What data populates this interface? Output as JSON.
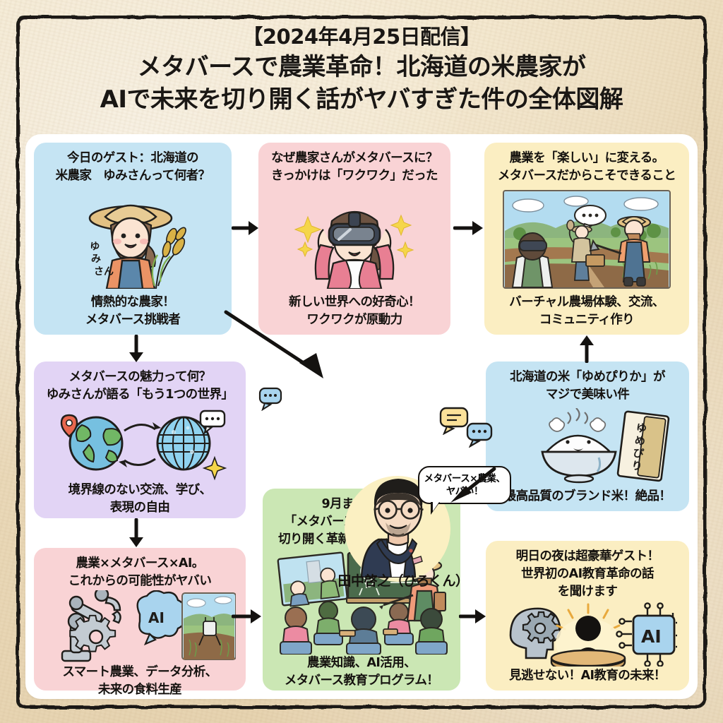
{
  "page": {
    "background_color": "#ead9b9",
    "panel_color": "#ffffff",
    "frame_color": "#1d1a17"
  },
  "title": {
    "date_line": "【2024年4月25日配信】",
    "line1": "メタバースで農業革命！北海道の米農家が",
    "line2": "AIで未来を切り開く話がヤバすぎた件の全体図解"
  },
  "host": {
    "name": "田中啓之（ひろくん）",
    "bubble": "メタバース×農業、\nヤバい！",
    "halo_color": "#fbf0c2",
    "avatar_icon": "host-portrait-icon"
  },
  "cards": [
    {
      "id": "guest-intro",
      "color": "#c5e4f3",
      "head": "今日のゲスト：北海道の\n米農家　ゆみさんって何者？",
      "foot": "情熱的な農家！\nメタバース挑戦者",
      "art_icon": "rice-farmer-icon",
      "art_label": "ゆみさん"
    },
    {
      "id": "why-metaverse",
      "color": "#f9d3d5",
      "head": "なぜ農家さんがメタバースに？\nきっかけは「ワクワク」だった",
      "foot": "新しい世界への好奇心！\nワクワクが原動力",
      "art_icon": "vr-headset-icon",
      "art_label": ""
    },
    {
      "id": "make-farming-fun",
      "color": "#fbeec2",
      "head": "農業を「楽しい」に変える。\nメタバースだからこそできること",
      "foot": "バーチャル農場体験、交流、\nコミュニティ作り",
      "art_icon": "virtual-farm-scene-icon",
      "art_label": ""
    },
    {
      "id": "metaverse-appeal",
      "color": "#e2d4f5",
      "head": "メタバースの魅力って何？\nゆみさんが語る「もう1つの世界」",
      "foot": "境界線のない交流、学び、\n表現の自由",
      "art_icon": "two-globes-icon",
      "art_label": ""
    },
    {
      "id": "yumepirika-rice",
      "color": "#c5e4f3",
      "head": "北海道の米「ゆめぴりか」が\nマジで美味い件",
      "foot": "最高品質のブランド米！絶品！",
      "art_icon": "rice-bowl-icon",
      "art_label": "ゆめぴりか"
    },
    {
      "id": "agri-ai-future",
      "color": "#f9d3d5",
      "head": "農業×メタバース×AI。\nこれからの可能性がヤバい",
      "foot": "スマート農業、データ分析、\n未来の食料生産",
      "art_icon": "robot-arm-ai-icon",
      "art_label": "AI"
    },
    {
      "id": "learning-program",
      "color": "#cbe7b4",
      "head": "9月まで開催！\n「メタバースで農業の未来を\n切り開く革新的学習」って何？",
      "foot": "農業知識、AI活用、\nメタバース教育プログラム！",
      "art_icon": "classroom-icon",
      "art_label": ""
    },
    {
      "id": "tomorrow-guest",
      "color": "#fbeec2",
      "head": "明日の夜は超豪華ゲスト！\n世界初のAI教育革命の話\nを聞けます",
      "foot": "見逃せない！AI教育の未来！",
      "art_icon": "ai-chip-spotlight-icon",
      "art_label": "AI"
    }
  ],
  "arrows": [
    {
      "id": "guest-to-why",
      "direction": "right"
    },
    {
      "id": "why-to-fun",
      "direction": "right"
    },
    {
      "id": "guest-to-appeal",
      "direction": "down"
    },
    {
      "id": "guest-to-host",
      "direction": "down-right"
    },
    {
      "id": "rice-to-fun",
      "direction": "up"
    },
    {
      "id": "rice-to-program",
      "direction": "down-left"
    },
    {
      "id": "appeal-to-agri",
      "direction": "down"
    },
    {
      "id": "agri-to-program",
      "direction": "right"
    },
    {
      "id": "program-to-tomorrow",
      "direction": "right"
    }
  ]
}
